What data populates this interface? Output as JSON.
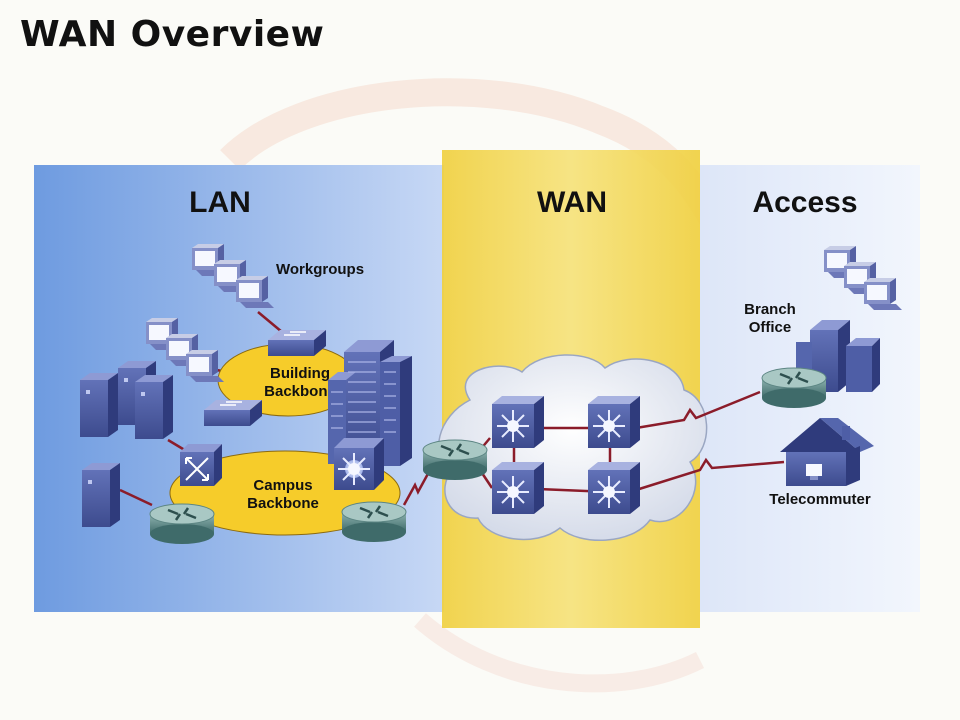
{
  "slide": {
    "title": "WAN Overview"
  },
  "sections": {
    "lan": "LAN",
    "wan": "WAN",
    "access": "Access"
  },
  "labels": {
    "workgroups": "Workgroups",
    "building_backbone": [
      "Building",
      "Backbone"
    ],
    "campus_backbone": [
      "Campus",
      "Backbone"
    ],
    "branch_office": [
      "Branch",
      "Office"
    ],
    "telecommuter": "Telecommuter"
  },
  "colors": {
    "lan_panel": "#7fa8e2",
    "wan_panel": "#f3d54a",
    "access_panel": "#eaf0fb",
    "backbone": "#f6cc2a",
    "link": "#8b1c2a",
    "device": "#4a5aa2"
  },
  "icons": [
    "workstation-icon",
    "switch-icon",
    "server-icon",
    "router-icon",
    "multilayer-switch-icon",
    "atm-switch-icon",
    "building-icon",
    "house-icon",
    "cloud-icon",
    "serial-link-icon"
  ]
}
